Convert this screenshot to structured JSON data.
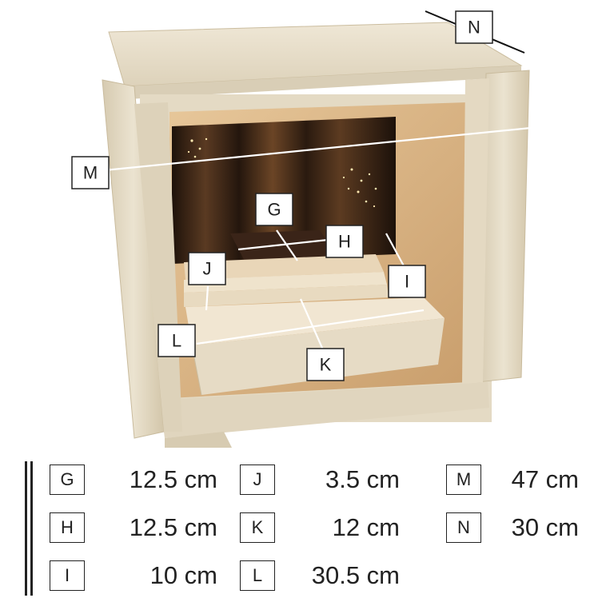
{
  "callouts": {
    "G": "G",
    "H": "H",
    "I": "I",
    "J": "J",
    "K": "K",
    "L": "L",
    "M": "M",
    "N": "N"
  },
  "dimensions": [
    {
      "key": "G",
      "value": "12.5 cm"
    },
    {
      "key": "H",
      "value": "12.5 cm"
    },
    {
      "key": "I",
      "value": "10 cm"
    },
    {
      "key": "J",
      "value": "3.5 cm"
    },
    {
      "key": "K",
      "value": "12 cm"
    },
    {
      "key": "L",
      "value": "30.5 cm"
    },
    {
      "key": "M",
      "value": "47 cm"
    },
    {
      "key": "N",
      "value": "30 cm"
    }
  ],
  "colors": {
    "wood": "#e6dcc6",
    "wood_shadow": "#cbbd9f",
    "interior": "#d9b98c",
    "back_panel": "#2b1c12",
    "tray": "#3a2418",
    "outline": "#222222"
  }
}
